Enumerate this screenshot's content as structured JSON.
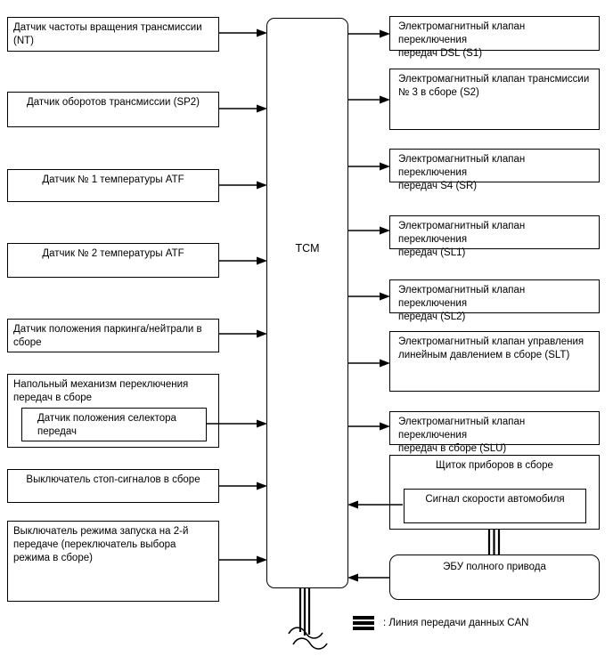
{
  "diagram": {
    "controller": {
      "label": "TCM"
    },
    "inputs": [
      {
        "label": "Датчик частоты вращения трансмиссии (NT)"
      },
      {
        "label": "Датчик оборотов трансмиссии (SP2)"
      },
      {
        "label": "Датчик № 1 температуры ATF"
      },
      {
        "label": "Датчик № 2 температуры ATF"
      },
      {
        "label": "Датчик положения паркинга/нейтрали в\nсборе"
      },
      {
        "label": "Напольный механизм переключения\nпередач в сборе",
        "sub_label": "Датчик положения селектора\nпередач"
      },
      {
        "label": "Выключатель стоп-сигналов в сборе"
      },
      {
        "label": "Выключатель режима запуска на 2-й\nпередаче (переключатель выбора\nрежима в сборе)"
      }
    ],
    "outputs": [
      {
        "label": "Электромагнитный клапан переключения\nпередач DSL (S1)"
      },
      {
        "label": "Электромагнитный клапан трансмиссии\n№ 3 в сборе (S2)"
      },
      {
        "label": "Электромагнитный клапан переключения\nпередач S4 (SR)"
      },
      {
        "label": "Электромагнитный клапан переключения\nпередач (SL1)"
      },
      {
        "label": "Электромагнитный клапан переключения\nпередач (SL2)"
      },
      {
        "label": "Электромагнитный клапан управления\nлинейным давлением в сборе (SLT)"
      },
      {
        "label": "Электромагнитный клапан переключения\nпередач в сборе (SLU)"
      },
      {
        "label": "Щиток приборов в сборе",
        "sub_label": "Сигнал скорости автомобиля"
      },
      {
        "label": "ЭБУ полного привода"
      }
    ],
    "legend": {
      "symbol": "can-line-icon",
      "text": ": Линия передачи данных CAN"
    }
  },
  "colors": {
    "line": "#000000",
    "background": "#ffffff",
    "text": "#000000"
  }
}
